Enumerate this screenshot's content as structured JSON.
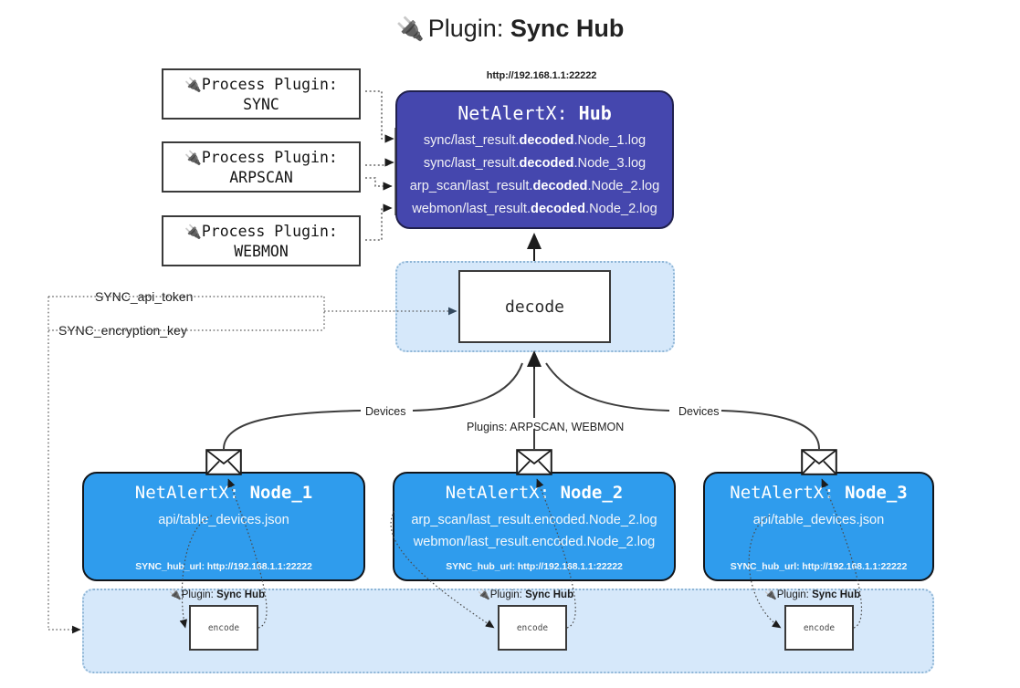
{
  "title": {
    "icon": "plug-icon",
    "prefix": "Plugin: ",
    "name": "Sync Hub"
  },
  "process_plugins": [
    {
      "icon": "plug-icon",
      "line1": "Process Plugin:",
      "line2": "SYNC"
    },
    {
      "icon": "plug-icon",
      "line1": "Process Plugin:",
      "line2": "ARPSCAN"
    },
    {
      "icon": "plug-icon",
      "line1": "Process Plugin:",
      "line2": "WEBMON"
    }
  ],
  "hub": {
    "url": "http://192.168.1.1:22222",
    "title_prefix": "NetAlertX: ",
    "title_name": "Hub",
    "color": "#4547ae",
    "lines": [
      {
        "pre": "sync/last_result.",
        "strong": "decoded",
        "post": ".Node_1.log"
      },
      {
        "pre": "sync/last_result.",
        "strong": "decoded",
        "post": ".Node_3.log"
      },
      {
        "pre": "arp_scan/last_result.",
        "strong": "decoded",
        "post": ".Node_2.log"
      },
      {
        "pre": "webmon/last_result.",
        "strong": "decoded",
        "post": ".Node_2.log"
      }
    ]
  },
  "decode": {
    "label": "decode",
    "container_color": "#d6e8fa"
  },
  "keys": {
    "api_token": "SYNC_api_token",
    "encryption_key": "SYNC_encryption_key"
  },
  "connector_labels": {
    "devices_left": "Devices",
    "devices_right": "Devices",
    "plugins": "Plugins: ARPSCAN, WEBMON"
  },
  "nodes": [
    {
      "title_prefix": "NetAlertX: ",
      "title_name": "Node_1",
      "color": "#2f9ced",
      "lines": [
        "api/table_devices.json"
      ],
      "footer": "SYNC_hub_url: http://192.168.1.1:22222",
      "envelope_icon": "envelope-icon"
    },
    {
      "title_prefix": "NetAlertX: ",
      "title_name": "Node_2",
      "color": "#2f9ced",
      "lines": [
        "arp_scan/last_result.encoded.Node_2.log",
        "webmon/last_result.encoded.Node_2.log"
      ],
      "footer": "SYNC_hub_url: http://192.168.1.1:22222",
      "envelope_icon": "envelope-icon"
    },
    {
      "title_prefix": "NetAlertX: ",
      "title_name": "Node_3",
      "color": "#2f9ced",
      "lines": [
        "api/table_devices.json"
      ],
      "footer": "SYNC_hub_url: http://192.168.1.1:22222",
      "envelope_icon": "envelope-icon"
    }
  ],
  "encoders": [
    {
      "icon": "plug-icon",
      "label_prefix": "Plugin: ",
      "label_name": "Sync Hub",
      "box_label": "encode"
    },
    {
      "icon": "plug-icon",
      "label_prefix": "Plugin: ",
      "label_name": "Sync Hub",
      "box_label": "encode"
    },
    {
      "icon": "plug-icon",
      "label_prefix": "Plugin: ",
      "label_name": "Sync Hub",
      "box_label": "encode"
    }
  ]
}
